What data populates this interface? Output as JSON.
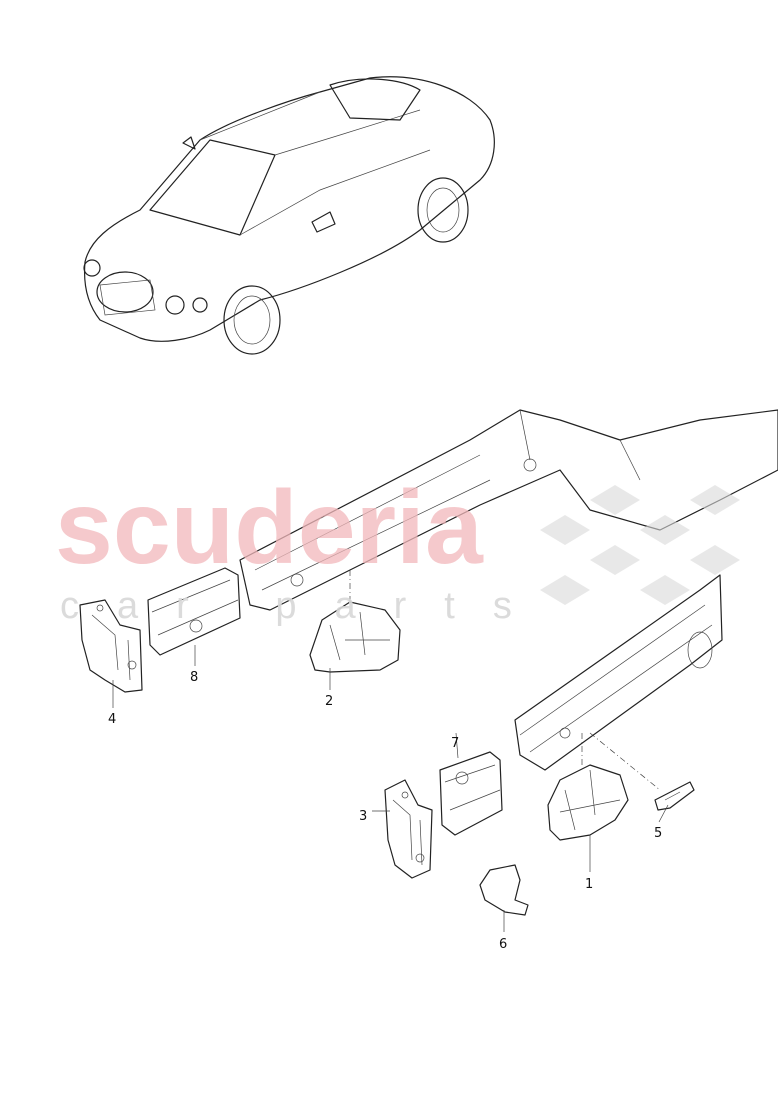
{
  "diagram": {
    "callouts": [
      "1",
      "2",
      "3",
      "4",
      "5",
      "6",
      "7",
      "8"
    ],
    "watermark": {
      "brand": "scuderia",
      "tagline": "car parts"
    }
  }
}
